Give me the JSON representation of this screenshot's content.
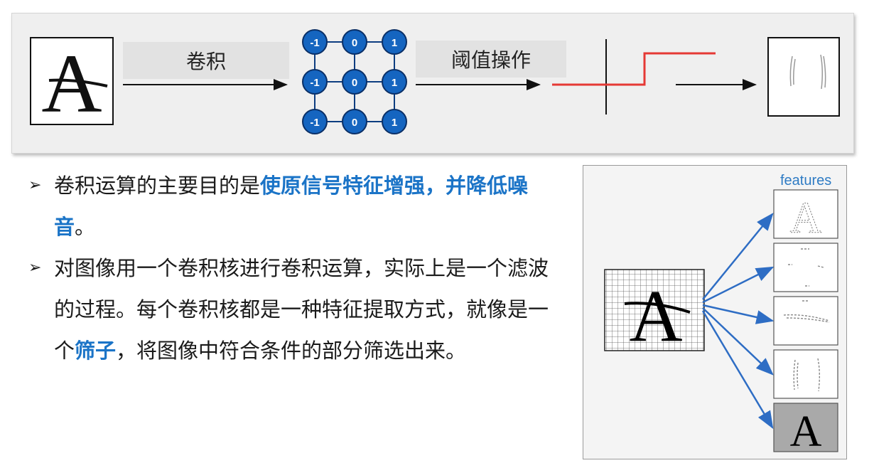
{
  "pipeline": {
    "conv_label": "卷积",
    "threshold_label": "阈值操作",
    "kernel": [
      [
        -1,
        0,
        1
      ],
      [
        -1,
        0,
        1
      ],
      [
        -1,
        0,
        1
      ]
    ],
    "input_glyph": "A",
    "colors": {
      "kernel_fill": "#1565c0",
      "step_line": "#e53935"
    }
  },
  "bullets": [
    [
      {
        "text": "卷积运算的主要目的是",
        "highlight": false
      },
      {
        "text": "使原信号特征增强，并降低噪音",
        "highlight": true
      },
      {
        "text": "。",
        "highlight": false
      }
    ],
    [
      {
        "text": "对图像用一个卷积核进行卷积运算，实际上是一个滤波的过程。每个卷积核都是一种特征提取方式，就像是一个",
        "highlight": false
      },
      {
        "text": "筛子",
        "highlight": true
      },
      {
        "text": "，将图像中符合条件的部分筛选出来。",
        "highlight": false
      }
    ]
  ],
  "bullet_marker": "➢",
  "features": {
    "label": "features",
    "count": 5,
    "glyph": "A"
  },
  "colors": {
    "highlight": "#1b74c7",
    "arrow": "#2e6dc4"
  }
}
